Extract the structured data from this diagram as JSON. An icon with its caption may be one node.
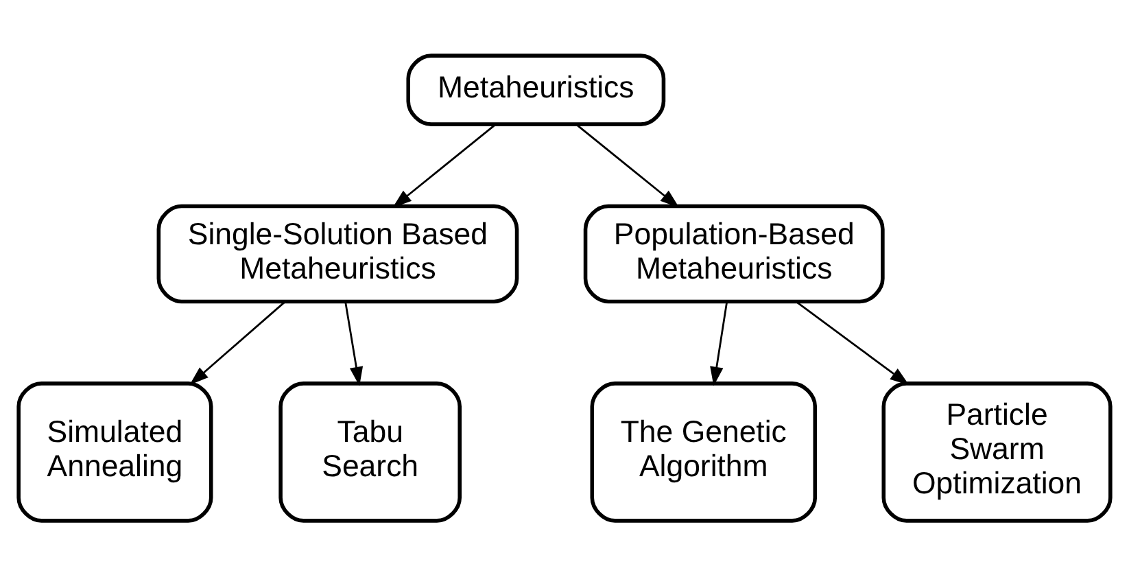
{
  "diagram": {
    "nodes": [
      {
        "text": [
          "Metaheuristics"
        ]
      },
      {
        "text": [
          "Single-Solution Based Metaheuristics"
        ]
      },
      {
        "text": [
          "Population-Based Metaheuristics"
        ]
      },
      {
        "text": [
          "Simulated Annealing"
        ]
      },
      {
        "text": [
          "Tabu Search"
        ]
      },
      {
        "text": [
          "The Genetic Algorithm"
        ]
      },
      {
        "text": [
          "Particle Swarm Optimization"
        ]
      }
    ],
    "edges": [
      {
        "from": 0,
        "to": 1,
        "arrow": "to"
      },
      {
        "from": 0,
        "to": 2,
        "arrow": "to"
      },
      {
        "from": 1,
        "to": 3,
        "arrow": "to"
      },
      {
        "from": 1,
        "to": 4,
        "arrow": "to"
      },
      {
        "from": 2,
        "to": 5,
        "arrow": "to"
      },
      {
        "from": 2,
        "to": 6,
        "arrow": "to"
      }
    ]
  }
}
